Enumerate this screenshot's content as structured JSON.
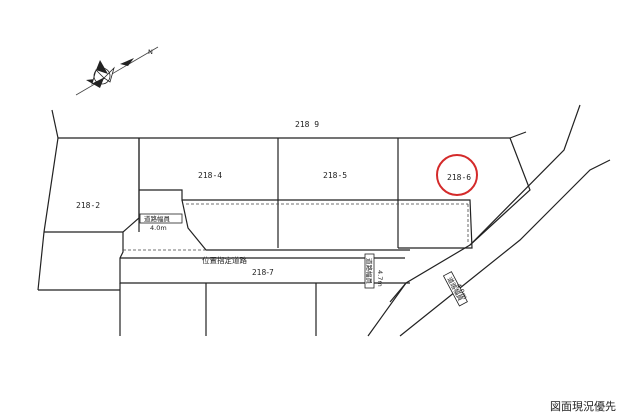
{
  "map": {
    "north_mark": "N",
    "lots": {
      "top": "218 9",
      "lot_2": "218-2",
      "lot_4": "218-4",
      "lot_5": "218-5",
      "lot_6": "218-6"
    },
    "roads": {
      "designated_road_title": "位置指定道路",
      "designated_road_lot": "218-7",
      "road_width_label_1": "道路幅員",
      "road_width_value_1": "4.0m",
      "road_width_label_2": "道路幅員",
      "road_width_value_2": "4.7m",
      "road_width_label_3": "道路幅員",
      "road_width_value_3": "4.0m"
    },
    "highlight_color": "#d42a2a"
  },
  "caption": "図面現況優先"
}
